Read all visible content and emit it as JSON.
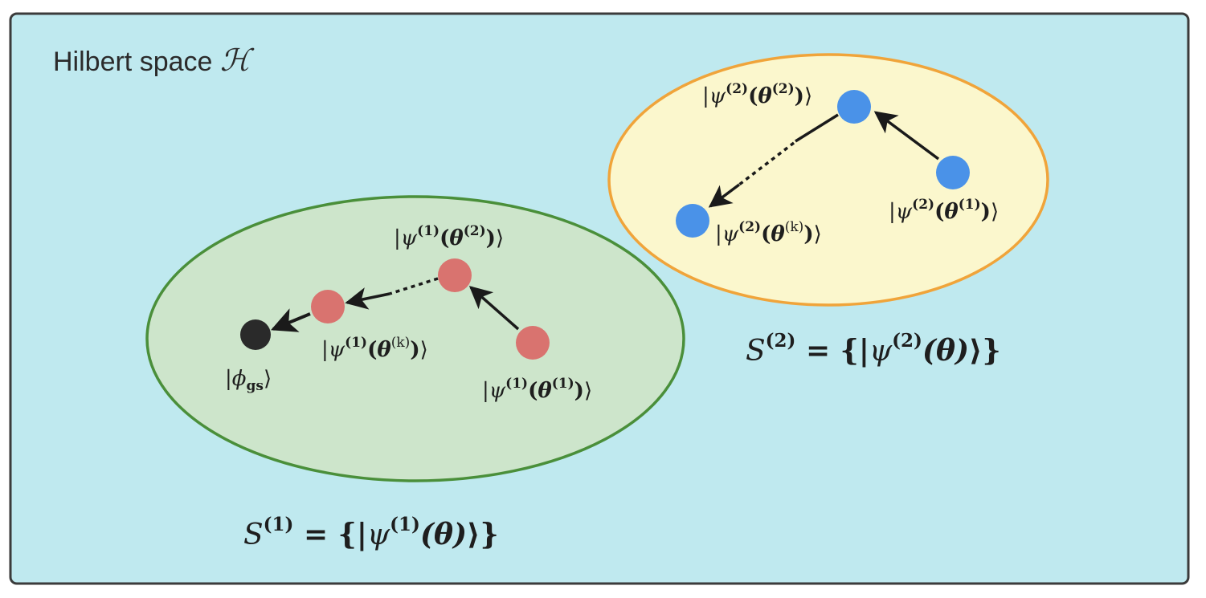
{
  "title": {
    "text": "Hilbert space ",
    "symbol": "ℋ"
  },
  "colors": {
    "space_fill": "#bfe9ef",
    "space_stroke": "#3b3b3b",
    "set1_fill": "#cde5cb",
    "set1_stroke": "#4a8f3a",
    "set2_fill": "#fbf7cd",
    "set2_stroke": "#f0a43a",
    "set1_point": "#d9736f",
    "set2_point": "#4a92e8",
    "ground_state": "#2a2a2a",
    "arrow": "#1a1a1a"
  },
  "sets": [
    {
      "id": "S1",
      "label": {
        "sym": "S",
        "sup": "(1)",
        "eq": " = {|",
        "psi": "ψ",
        "psi_sup": "(1)",
        "theta": "(θ)",
        "close": "⟩}"
      },
      "states": [
        {
          "id": "theta1",
          "ket_open": "|",
          "psi": "ψ",
          "psi_sup": "(1)",
          "paren_open": "(",
          "theta": "θ",
          "theta_sup": "(1)",
          "paren_close": ")",
          "ket_close": "⟩"
        },
        {
          "id": "theta2",
          "ket_open": "|",
          "psi": "ψ",
          "psi_sup": "(1)",
          "paren_open": "(",
          "theta": "θ",
          "theta_sup": "(2)",
          "paren_close": ")",
          "ket_close": "⟩"
        },
        {
          "id": "thetak",
          "ket_open": "|",
          "psi": "ψ",
          "psi_sup": "(1)",
          "paren_open": "(",
          "theta": "θ",
          "theta_sup": "(k)",
          "paren_close": ")",
          "ket_close": "⟩"
        }
      ]
    },
    {
      "id": "S2",
      "label": {
        "sym": "S",
        "sup": "(2)",
        "eq": " = {|",
        "psi": "ψ",
        "psi_sup": "(2)",
        "theta": "(θ)",
        "close": "⟩}"
      },
      "states": [
        {
          "id": "theta1",
          "ket_open": "|",
          "psi": "ψ",
          "psi_sup": "(2)",
          "paren_open": "(",
          "theta": "θ",
          "theta_sup": "(1)",
          "paren_close": ")",
          "ket_close": "⟩"
        },
        {
          "id": "theta2",
          "ket_open": "|",
          "psi": "ψ",
          "psi_sup": "(2)",
          "paren_open": "(",
          "theta": "θ",
          "theta_sup": "(2)",
          "paren_close": ")",
          "ket_close": "⟩"
        },
        {
          "id": "thetak",
          "ket_open": "|",
          "psi": "ψ",
          "psi_sup": "(2)",
          "paren_open": "(",
          "theta": "θ",
          "theta_sup": "(k)",
          "paren_close": ")",
          "ket_close": "⟩"
        }
      ]
    }
  ],
  "ground_state": {
    "ket_open": "|",
    "phi": "ϕ",
    "sub": "gs",
    "ket_close": "⟩"
  }
}
